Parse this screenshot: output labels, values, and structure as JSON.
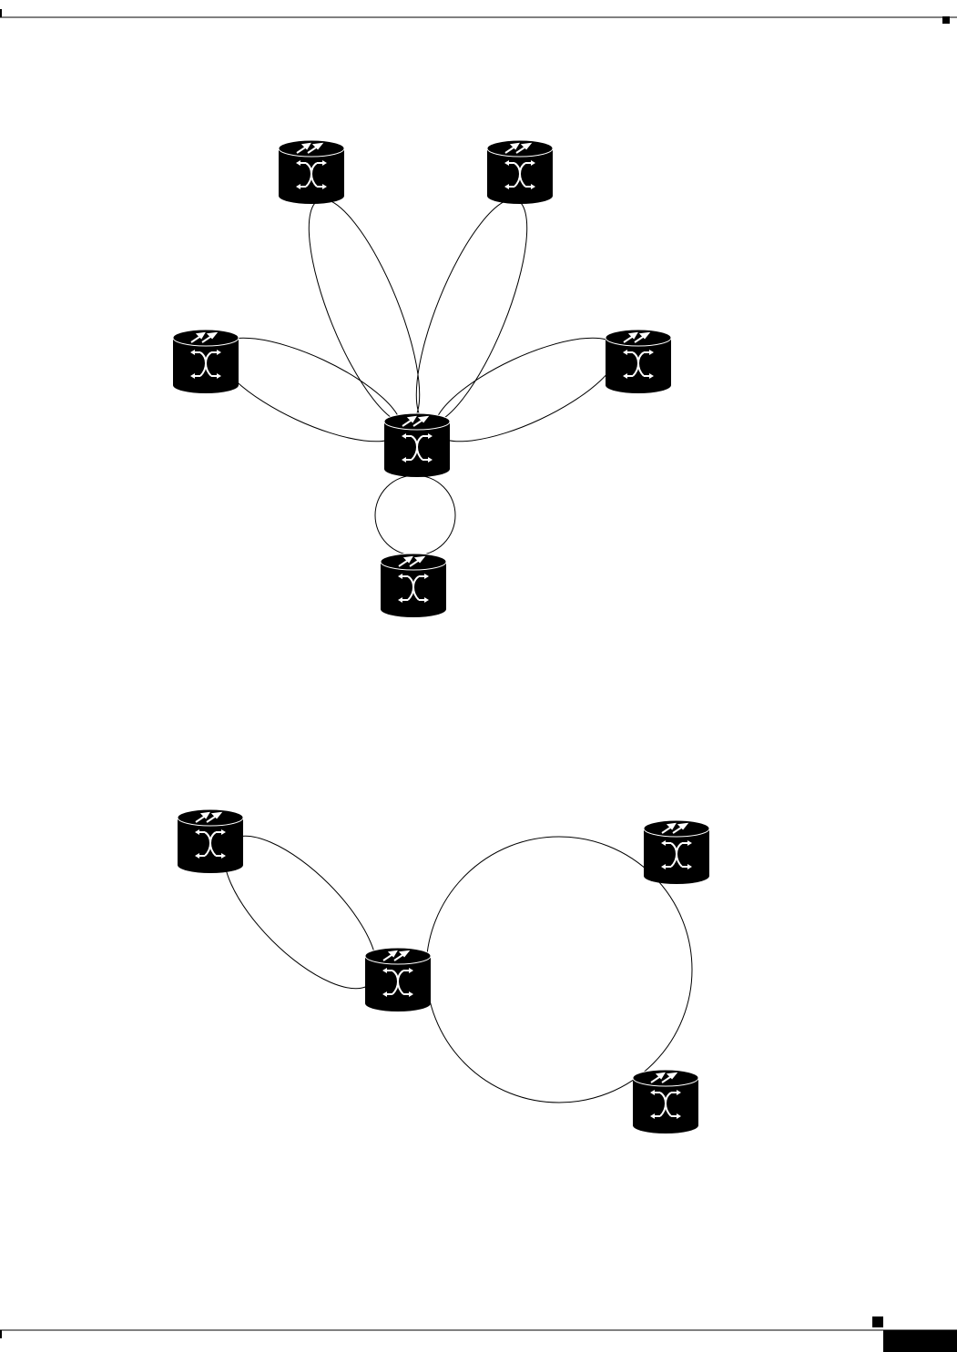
{
  "document": {
    "header_rule": true,
    "footer_rule": true,
    "footer_tab": true
  },
  "icons": {
    "node": "optical-switch-icon"
  },
  "figures": [
    {
      "id": "figure-1",
      "name": "multi-ring-hub-topology",
      "nodes": [
        "hub",
        "top-left",
        "top-right",
        "left",
        "right",
        "bottom"
      ],
      "rings": [
        {
          "between": [
            "hub",
            "top-left"
          ]
        },
        {
          "between": [
            "hub",
            "top-right"
          ]
        },
        {
          "between": [
            "hub",
            "left"
          ]
        },
        {
          "between": [
            "hub",
            "right"
          ]
        },
        {
          "between": [
            "hub",
            "bottom"
          ]
        }
      ]
    },
    {
      "id": "figure-2",
      "name": "two-ring-shared-node-topology",
      "nodes": [
        "hub",
        "top-left",
        "top-right",
        "bottom-right"
      ],
      "rings": [
        {
          "between": [
            "hub",
            "top-left"
          ]
        },
        {
          "between": [
            "hub",
            "top-right",
            "bottom-right"
          ]
        }
      ]
    }
  ],
  "colors": {
    "node_fill": "#000000",
    "node_glyph": "#ffffff",
    "ring_stroke": "#000000",
    "page": "#ffffff"
  }
}
